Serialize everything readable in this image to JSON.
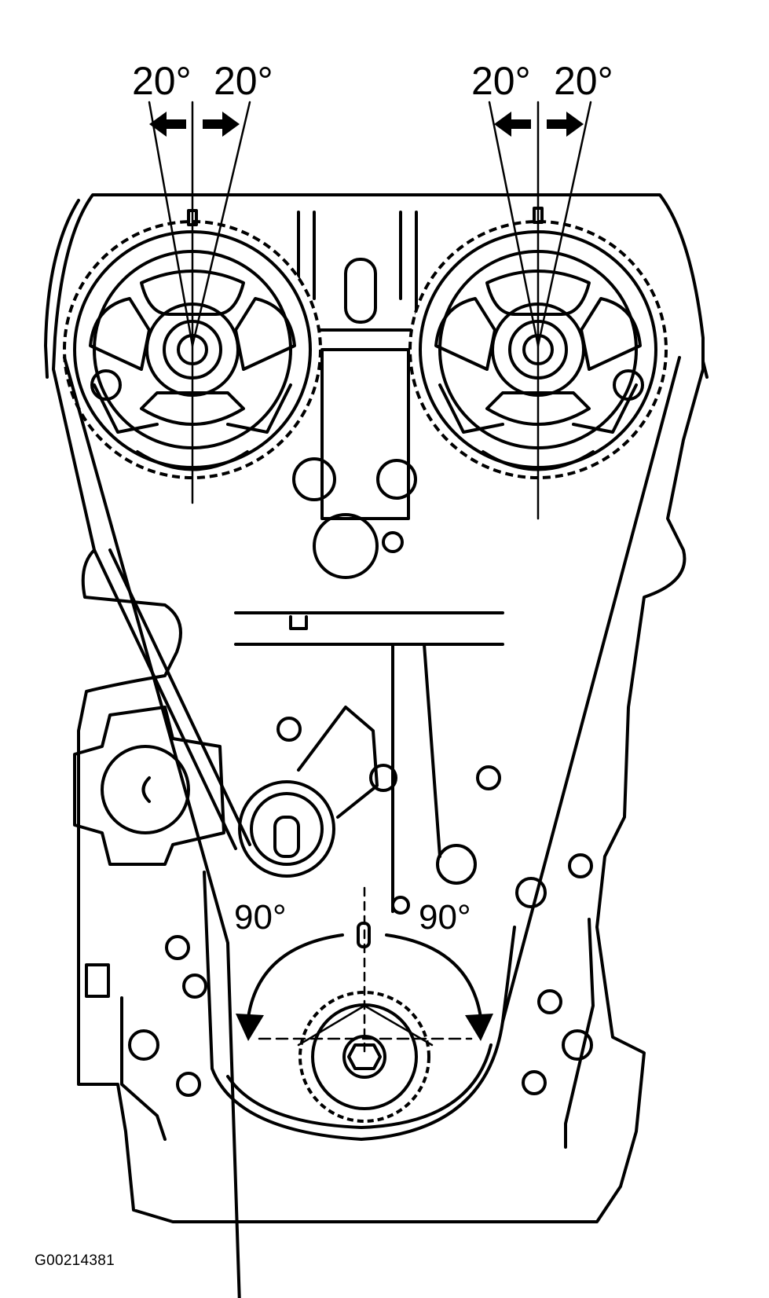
{
  "labels": {
    "cam_left_minus": "20°",
    "cam_left_plus": "20°",
    "cam_right_minus": "20°",
    "cam_right_plus": "20°",
    "crank_left": "90°",
    "crank_right": "90°"
  },
  "caption": "G00214381",
  "colors": {
    "ink": "#000000",
    "paper": "#ffffff"
  }
}
